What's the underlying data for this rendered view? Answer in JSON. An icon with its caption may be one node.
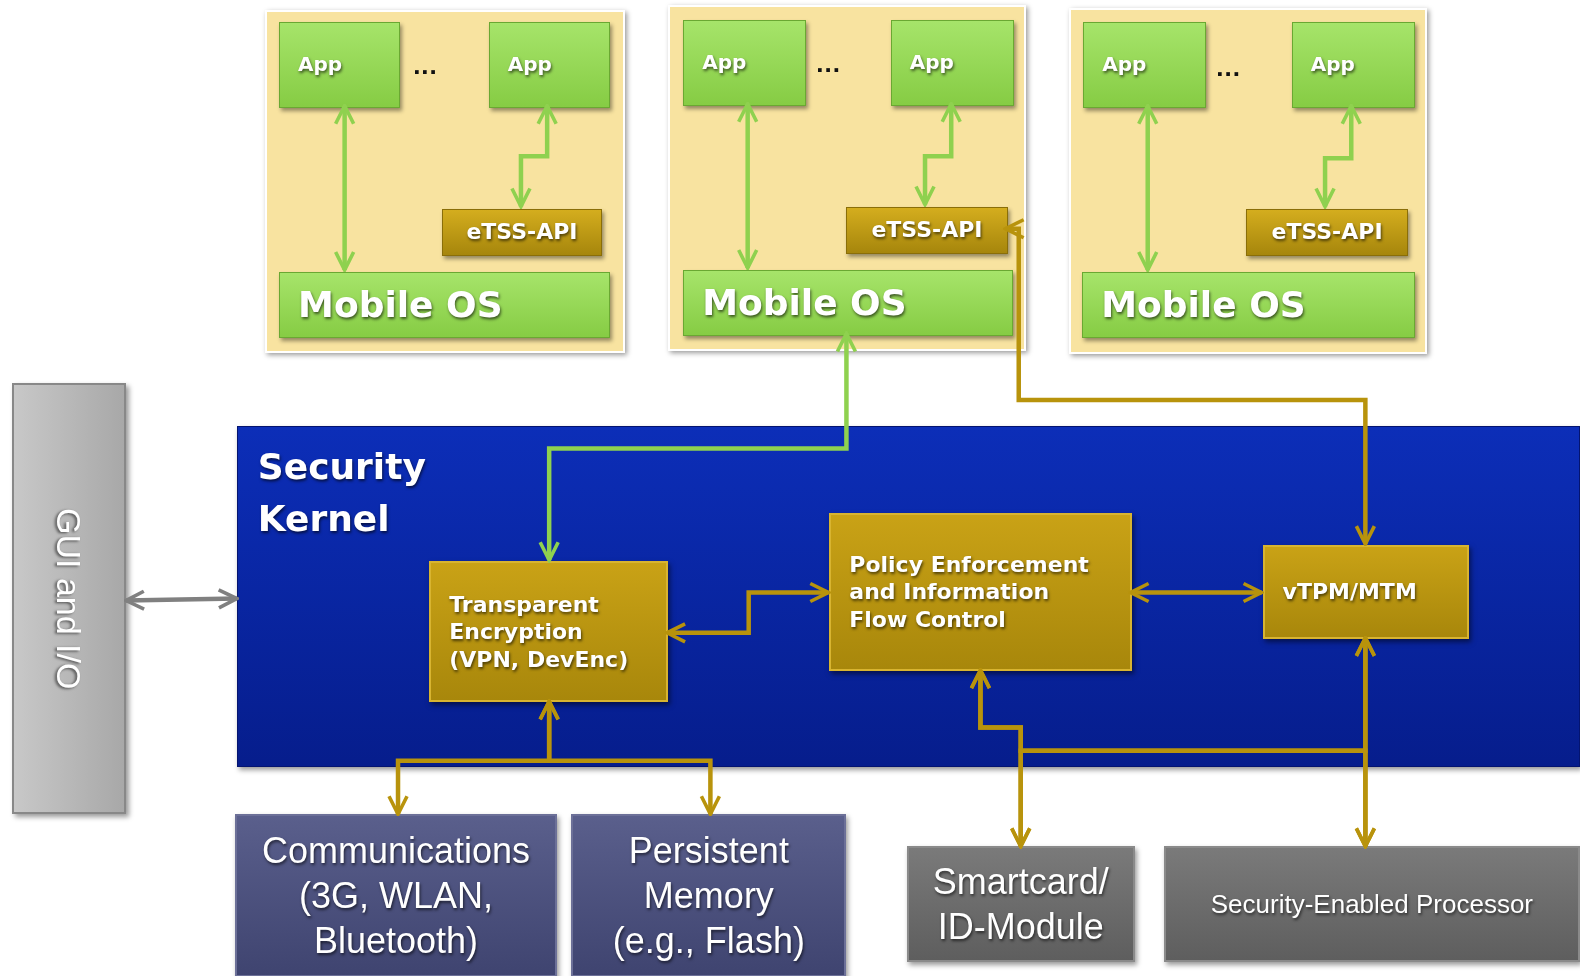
{
  "diagram": {
    "nodes": [
      {
        "text": [],
        "shape": "box"
      },
      {
        "text": [
          "App"
        ],
        "in": 0
      },
      {
        "text": [
          "App"
        ],
        "in": 0
      },
      {
        "text": [
          "eTSS-API"
        ],
        "in": 0
      },
      {
        "text": [
          "Mobile OS"
        ],
        "in": 0
      },
      {
        "text": [],
        "shape": "box"
      },
      {
        "text": [
          "App"
        ],
        "in": 5
      },
      {
        "text": [
          "App"
        ],
        "in": 5
      },
      {
        "text": [
          "eTSS-API"
        ],
        "in": 5
      },
      {
        "text": [
          "Mobile OS"
        ],
        "in": 5
      },
      {
        "text": [],
        "shape": "box"
      },
      {
        "text": [
          "App"
        ],
        "in": 10
      },
      {
        "text": [
          "App"
        ],
        "in": 10
      },
      {
        "text": [
          "eTSS-API"
        ],
        "in": 10
      },
      {
        "text": [
          "Mobile OS"
        ],
        "in": 10
      },
      {
        "text": [
          "GUI and I/O"
        ]
      },
      {
        "text": [
          "Security Kernel"
        ]
      },
      {
        "text": [
          "Transparent Encryption (VPN, DevEnc)"
        ],
        "in": 16
      },
      {
        "text": [
          "Policy Enforcement and Information Flow Control"
        ],
        "in": 16
      },
      {
        "text": [
          "vTPM/MTM"
        ],
        "in": 16
      },
      {
        "text": [
          "Communications (3G, WLAN, Bluetooth)"
        ]
      },
      {
        "text": [
          "Persistent Memory (e.g., Flash)"
        ]
      },
      {
        "text": [
          "Smartcard/ ID-Module"
        ]
      },
      {
        "text": [
          "Security-Enabled Processor"
        ]
      }
    ],
    "edges": [
      {
        "from": 1,
        "to": 4,
        "arrow": "both",
        "color": "#8fd14f"
      },
      {
        "from": 2,
        "to": 3,
        "arrow": "both",
        "color": "#8fd14f"
      },
      {
        "from": 6,
        "to": 9,
        "arrow": "both",
        "color": "#8fd14f"
      },
      {
        "from": 7,
        "to": 8,
        "arrow": "both",
        "color": "#8fd14f"
      },
      {
        "from": 11,
        "to": 14,
        "arrow": "both",
        "color": "#8fd14f"
      },
      {
        "from": 12,
        "to": 13,
        "arrow": "both",
        "color": "#8fd14f"
      },
      {
        "from": 9,
        "to": 17,
        "arrow": "both",
        "color": "#8fd14f"
      },
      {
        "from": 8,
        "to": 19,
        "arrow": "both"
      },
      {
        "from": 15,
        "to": 16,
        "arrow": "both",
        "color": "#808080"
      },
      {
        "from": 17,
        "to": 18,
        "arrow": "both"
      },
      {
        "from": 18,
        "to": 19,
        "arrow": "both"
      },
      {
        "from": 17,
        "to": 20,
        "arrow": "both"
      },
      {
        "from": 17,
        "to": 21,
        "arrow": "both"
      },
      {
        "from": 18,
        "to": 22,
        "arrow": "both"
      },
      {
        "from": 18,
        "to": 23,
        "arrow": "both"
      },
      {
        "from": 19,
        "to": 22,
        "arrow": "both"
      },
      {
        "from": 19,
        "to": 23,
        "arrow": "both"
      }
    ],
    "labels": [
      "...",
      "...",
      "..."
    ]
  }
}
